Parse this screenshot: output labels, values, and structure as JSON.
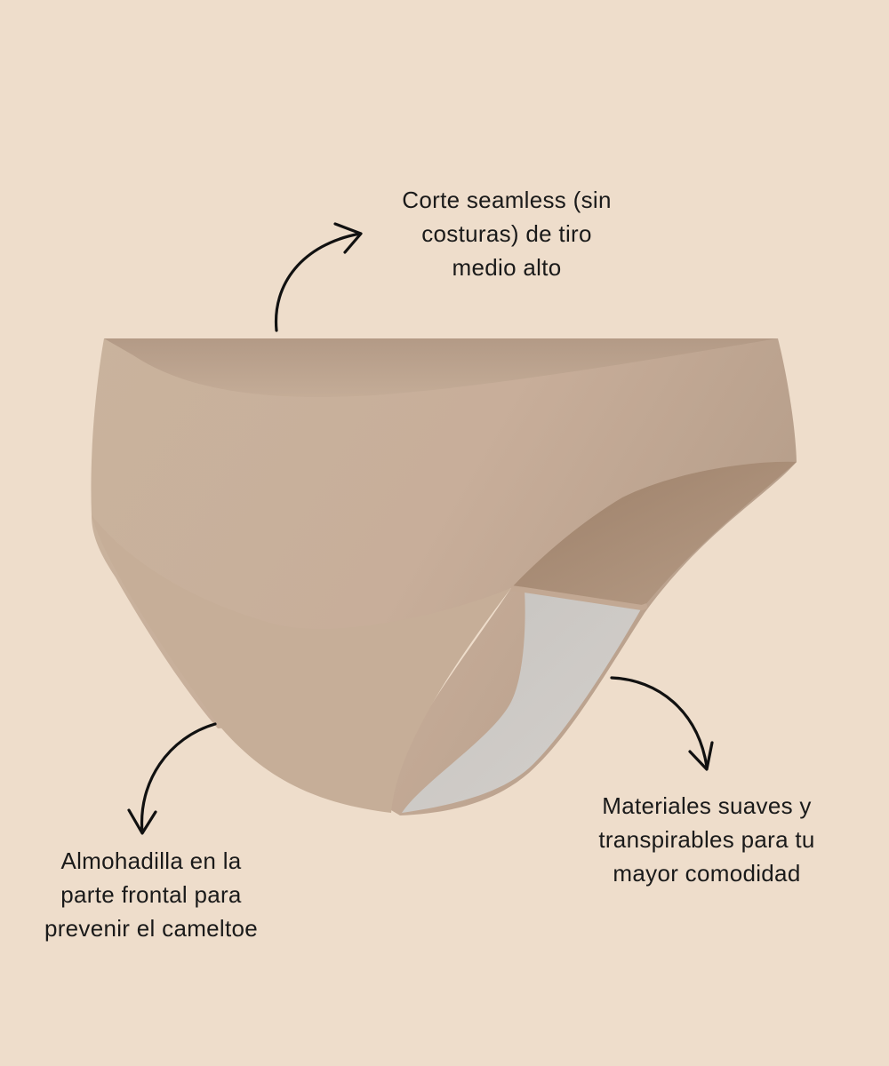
{
  "colors": {
    "background": "#eeddcb",
    "garment_light": "#cfb8a2",
    "garment_dark": "#a88c74",
    "lining": "#c8c4bf",
    "ink": "#111111"
  },
  "callouts": {
    "top": "Corte seamless (sin\ncosturas) de tiro\nmedio alto",
    "left": "Almohadilla en la\nparte frontal para\nprevenir el cameltoe",
    "right": "Materiales suaves y\ntranspirables para tu\nmayor comodidad"
  },
  "icons": {
    "top_arrow": "curved-arrow-up-right-icon",
    "left_arrow": "curved-arrow-down-left-icon",
    "right_arrow": "curved-arrow-down-right-icon"
  }
}
